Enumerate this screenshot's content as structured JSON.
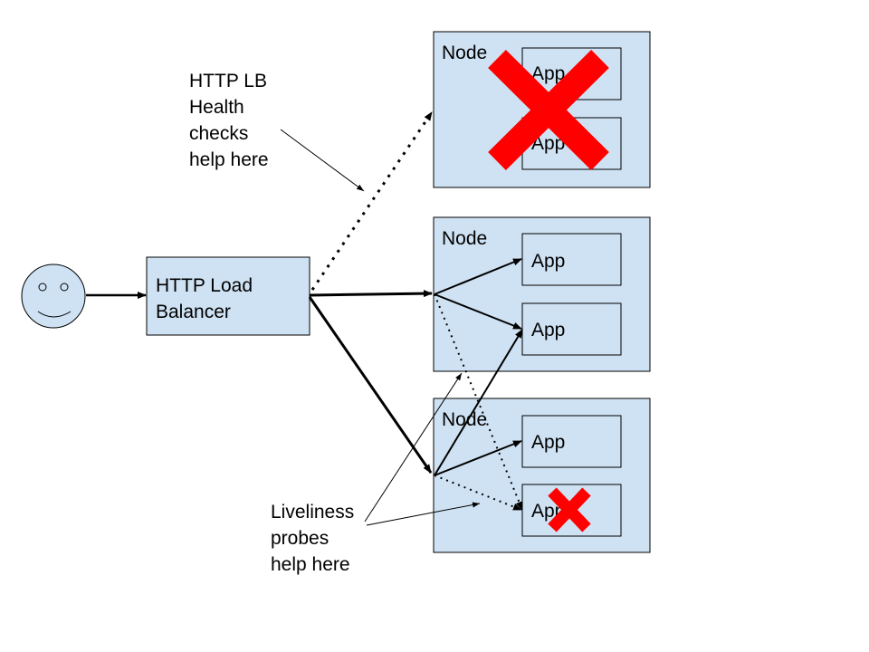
{
  "colors": {
    "box_fill": "#cfe2f3",
    "stroke": "#000000",
    "failure_mark": "#ff0000",
    "background": "#ffffff"
  },
  "user": {
    "icon": "smiley-face-icon"
  },
  "load_balancer": {
    "line1": "HTTP Load",
    "line2": "Balancer"
  },
  "nodes": [
    {
      "label": "Node",
      "apps": [
        "App",
        "App"
      ],
      "failed": true
    },
    {
      "label": "Node",
      "apps": [
        "App",
        "App"
      ],
      "failed": false
    },
    {
      "label": "Node",
      "apps": [
        "App",
        "App"
      ],
      "failed_app_index": 1
    }
  ],
  "annotations": {
    "health_checks": [
      "HTTP LB",
      "Health",
      "checks",
      "help here"
    ],
    "liveliness": [
      "Liveliness",
      "probes",
      "help here"
    ]
  }
}
